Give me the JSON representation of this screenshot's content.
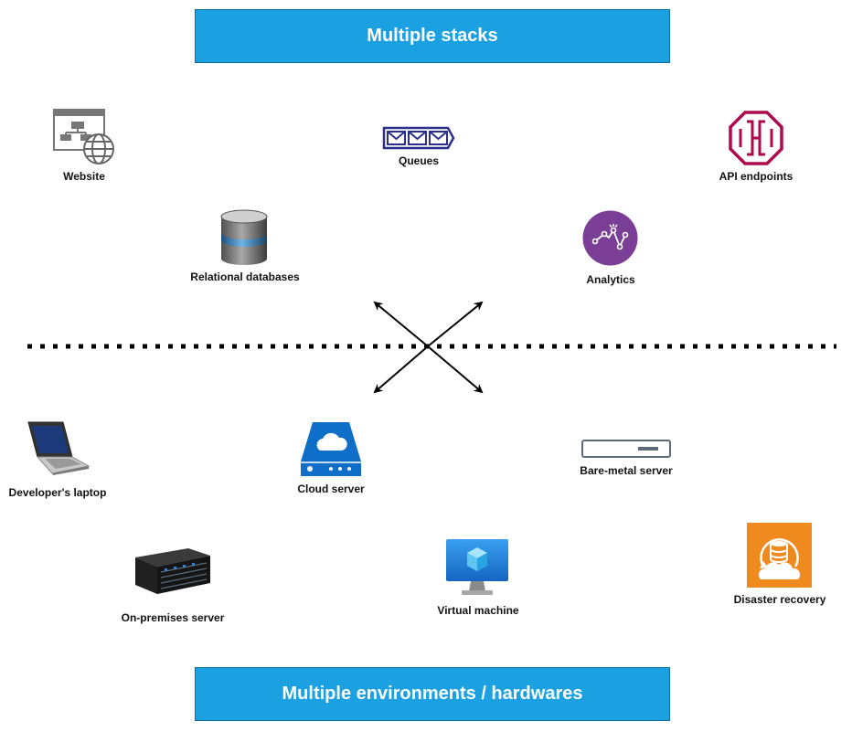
{
  "banners": {
    "top": "Multiple stacks",
    "bottom": "Multiple environments / hardwares"
  },
  "stack_nodes": {
    "website": {
      "label": "Website",
      "icon": "website-icon"
    },
    "queues": {
      "label": "Queues",
      "icon": "queue-icon"
    },
    "api_endpoints": {
      "label": "API endpoints",
      "icon": "api-gateway-icon"
    },
    "relational_databases": {
      "label": "Relational databases",
      "icon": "database-icon"
    },
    "analytics": {
      "label": "Analytics",
      "icon": "analytics-icon"
    }
  },
  "environment_nodes": {
    "developer_laptop": {
      "label": "Developer's laptop",
      "icon": "laptop-icon"
    },
    "cloud_server": {
      "label": "Cloud server",
      "icon": "cloud-server-icon"
    },
    "bare_metal_server": {
      "label": "Bare-metal server",
      "icon": "rack-server-icon"
    },
    "on_premises_server": {
      "label": "On-premises server",
      "icon": "server-chassis-icon"
    },
    "virtual_machine": {
      "label": "Virtual machine",
      "icon": "virtual-machine-icon"
    },
    "disaster_recovery": {
      "label": "Disaster recovery",
      "icon": "disaster-recovery-icon"
    }
  },
  "colors": {
    "banner_fill": "#1ba1e2",
    "banner_stroke": "#0f6ea1",
    "api_red": "#b0084d",
    "analytics_purple": "#7a3e96",
    "disaster_orange": "#ef8a1f",
    "vm_blue": "#1e88e5"
  }
}
